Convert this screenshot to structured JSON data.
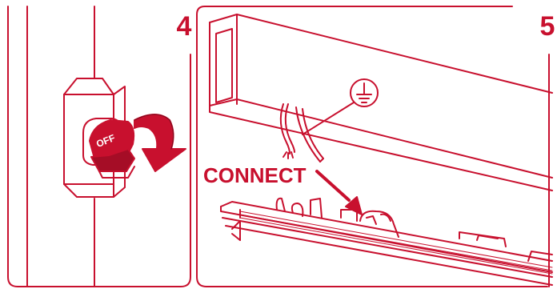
{
  "steps": [
    {
      "number": "4"
    },
    {
      "number": "5"
    }
  ],
  "switch": {
    "label": "OFF"
  },
  "instruction": {
    "connect_label": "CONNECT"
  },
  "symbols": {
    "ground": "ground-symbol-icon"
  },
  "colors": {
    "accent": "#c8102e",
    "line": "#c8102e",
    "background": "#ffffff"
  }
}
